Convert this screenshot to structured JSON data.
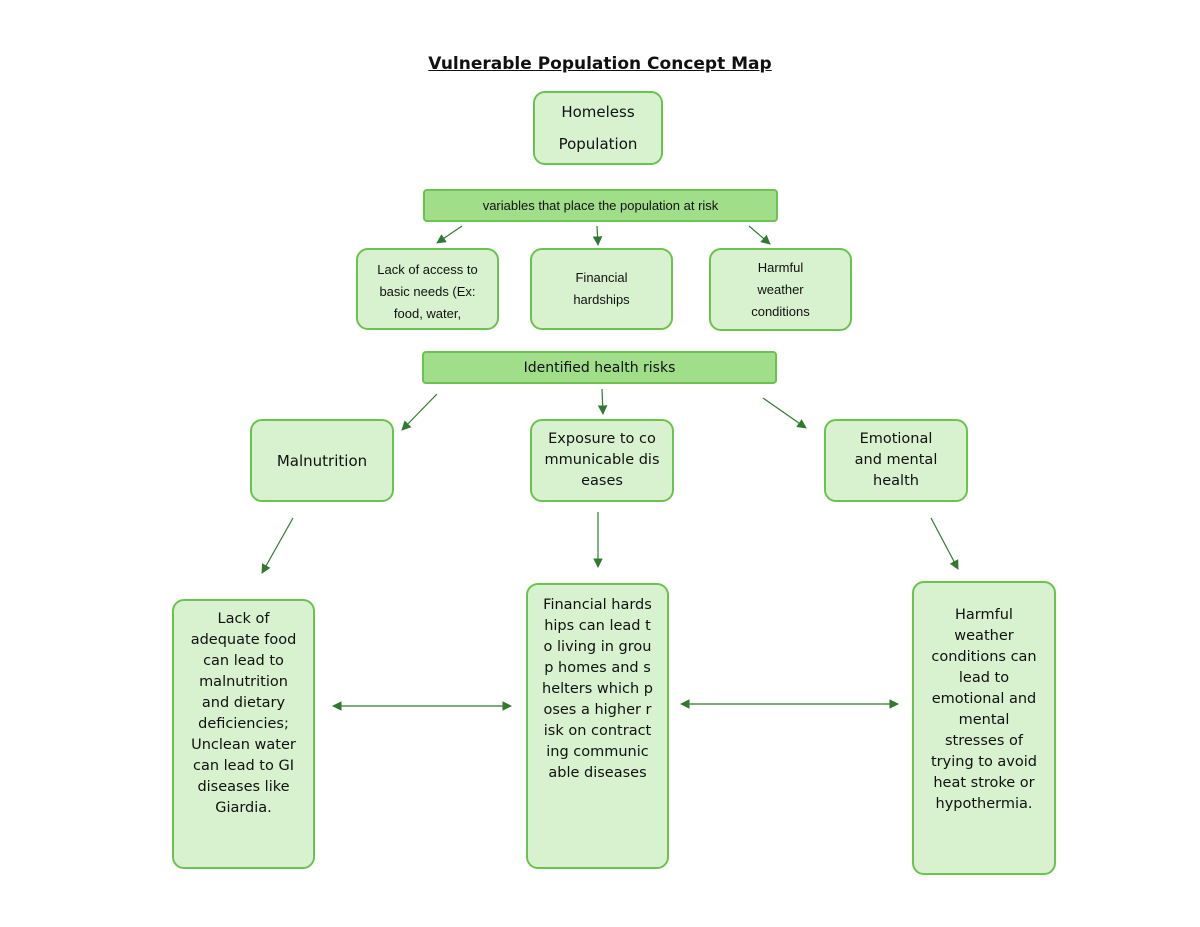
{
  "title": "Vulnerable Population Concept Map",
  "colors": {
    "node_fill": "#d8f2cf",
    "node_border": "#6cc24f",
    "bar_fill": "#a1de8a",
    "arrow": "#2f7a2f"
  },
  "root": {
    "line1": "Homeless",
    "line2": "Population"
  },
  "variables_bar": "variables that place the population at risk",
  "risk_factors": [
    {
      "text": "Lack of access to basic needs (Ex: food, water,"
    },
    {
      "text": "Financial hardships"
    },
    {
      "text": "Harmful weather conditions"
    }
  ],
  "health_risks_bar": "Identified health risks",
  "health_risks": [
    {
      "text": "Malnutrition"
    },
    {
      "text": "Exposure to communicable diseases"
    },
    {
      "text": "Emotional and mental health"
    }
  ],
  "explanations": [
    {
      "text": "Lack of adequate food can lead to malnutrition and dietary deficiencies; Unclean water can lead to GI diseases like Giardia."
    },
    {
      "text": "Financial hardships can lead to living in group homes and shelters which poses a higher risk on contracting communicable diseases"
    },
    {
      "text": "Harmful weather conditions can lead to emotional and mental stresses of trying to avoid heat stroke or hypothermia."
    }
  ]
}
